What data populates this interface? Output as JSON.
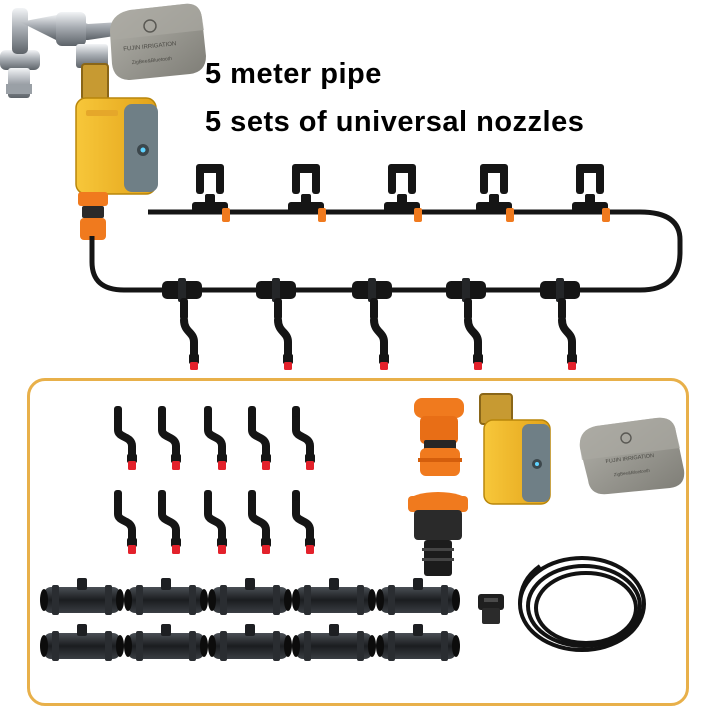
{
  "caption": {
    "line1": "5 meter pipe",
    "line2": "5 sets of universal nozzles"
  },
  "product": {
    "hub_brand_text": "FUJIN IRRIGATION",
    "hub_sub_text": "ZigBee&Bluetooth"
  },
  "colors": {
    "accent_orange": "#f07a1e",
    "timer_yellow": "#f2b824",
    "timer_body_gray": "#6f7f86",
    "hub_gray": "#8d8c85",
    "pipe_black": "#151515",
    "nozzle_red": "#e3212b",
    "kit_frame": "#e8b04a"
  }
}
